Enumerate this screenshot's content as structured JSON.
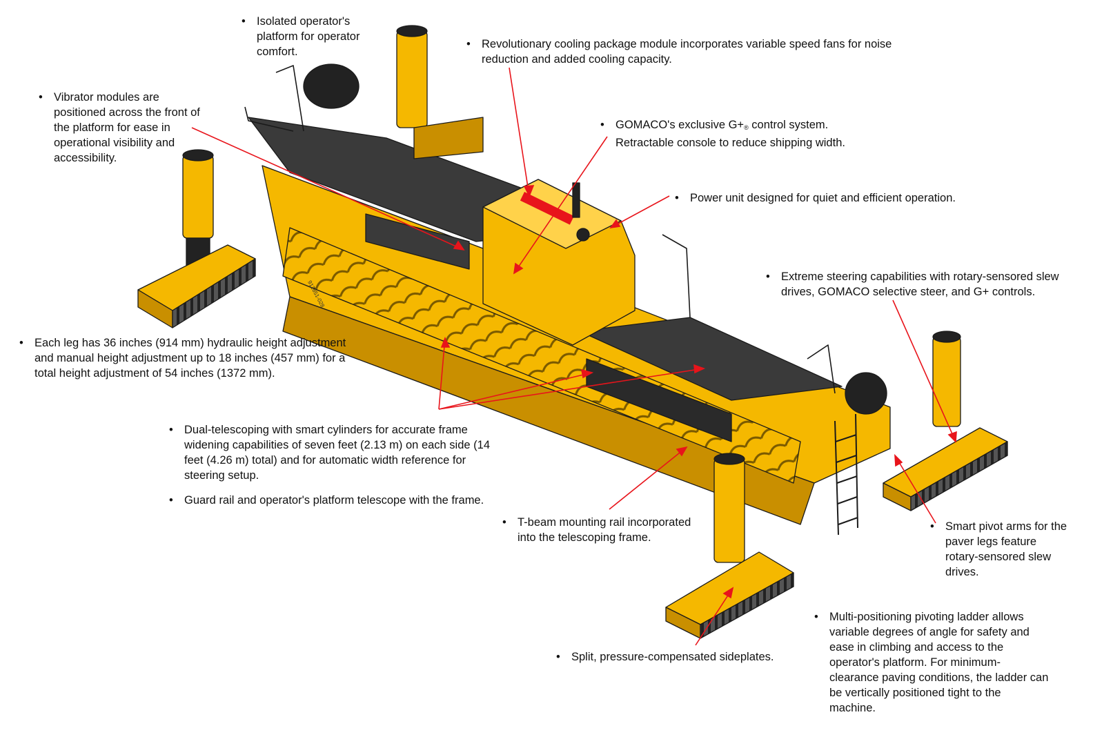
{
  "diagram": {
    "part_number": "912851-028",
    "colors": {
      "machine_yellow": "#F5B800",
      "machine_shadow": "#C98F00",
      "deck_dark": "#3A3A3A",
      "leader_red": "#E8141B",
      "outline": "#1A1A1A"
    }
  },
  "callouts": {
    "operator_platform": "Isolated operator's platform for operator comfort.",
    "cooling_package": "Revolutionary cooling package module incorporates variable speed fans for noise reduction and added cooling capacity.",
    "vibrator_modules": "Vibrator modules are positioned across the front of the platform for ease in operational visibility and accessibility.",
    "control_system_a": "GOMACO's exclusive G+",
    "control_system_reg": "®",
    "control_system_b": " control system.",
    "control_system_c": "Retractable console to reduce shipping width.",
    "power_unit": "Power unit designed for quiet and efficient operation.",
    "steering": "Extreme steering capabilities with rotary-sensored slew drives, GOMACO selective steer, and G+ controls.",
    "leg_height": "Each leg has 36 inches (914 mm) hydraulic height adjustment and manual height adjustment up to 18 inches (457 mm) for a total height adjustment of 54 inches (1372 mm).",
    "dual_telescoping": "Dual-telescoping with smart cylinders for accurate frame widening capabilities of seven feet (2.13 m) on each side (14 feet (4.26 m) total) and for automatic width reference for steering setup.",
    "guard_rail": "Guard rail and operator's platform telescope with the frame.",
    "t_beam": "T-beam mounting rail incorporated into the telescoping frame.",
    "pivot_arms": "Smart pivot arms for the paver legs feature rotary-sensored slew drives.",
    "sideplates": "Split, pressure-compensated sideplates.",
    "ladder": "Multi-positioning pivoting ladder allows variable degrees of angle for safety and ease in climbing and access to the operator's platform. For minimum-clearance paving conditions, the ladder can be vertically positioned tight to the machine."
  }
}
